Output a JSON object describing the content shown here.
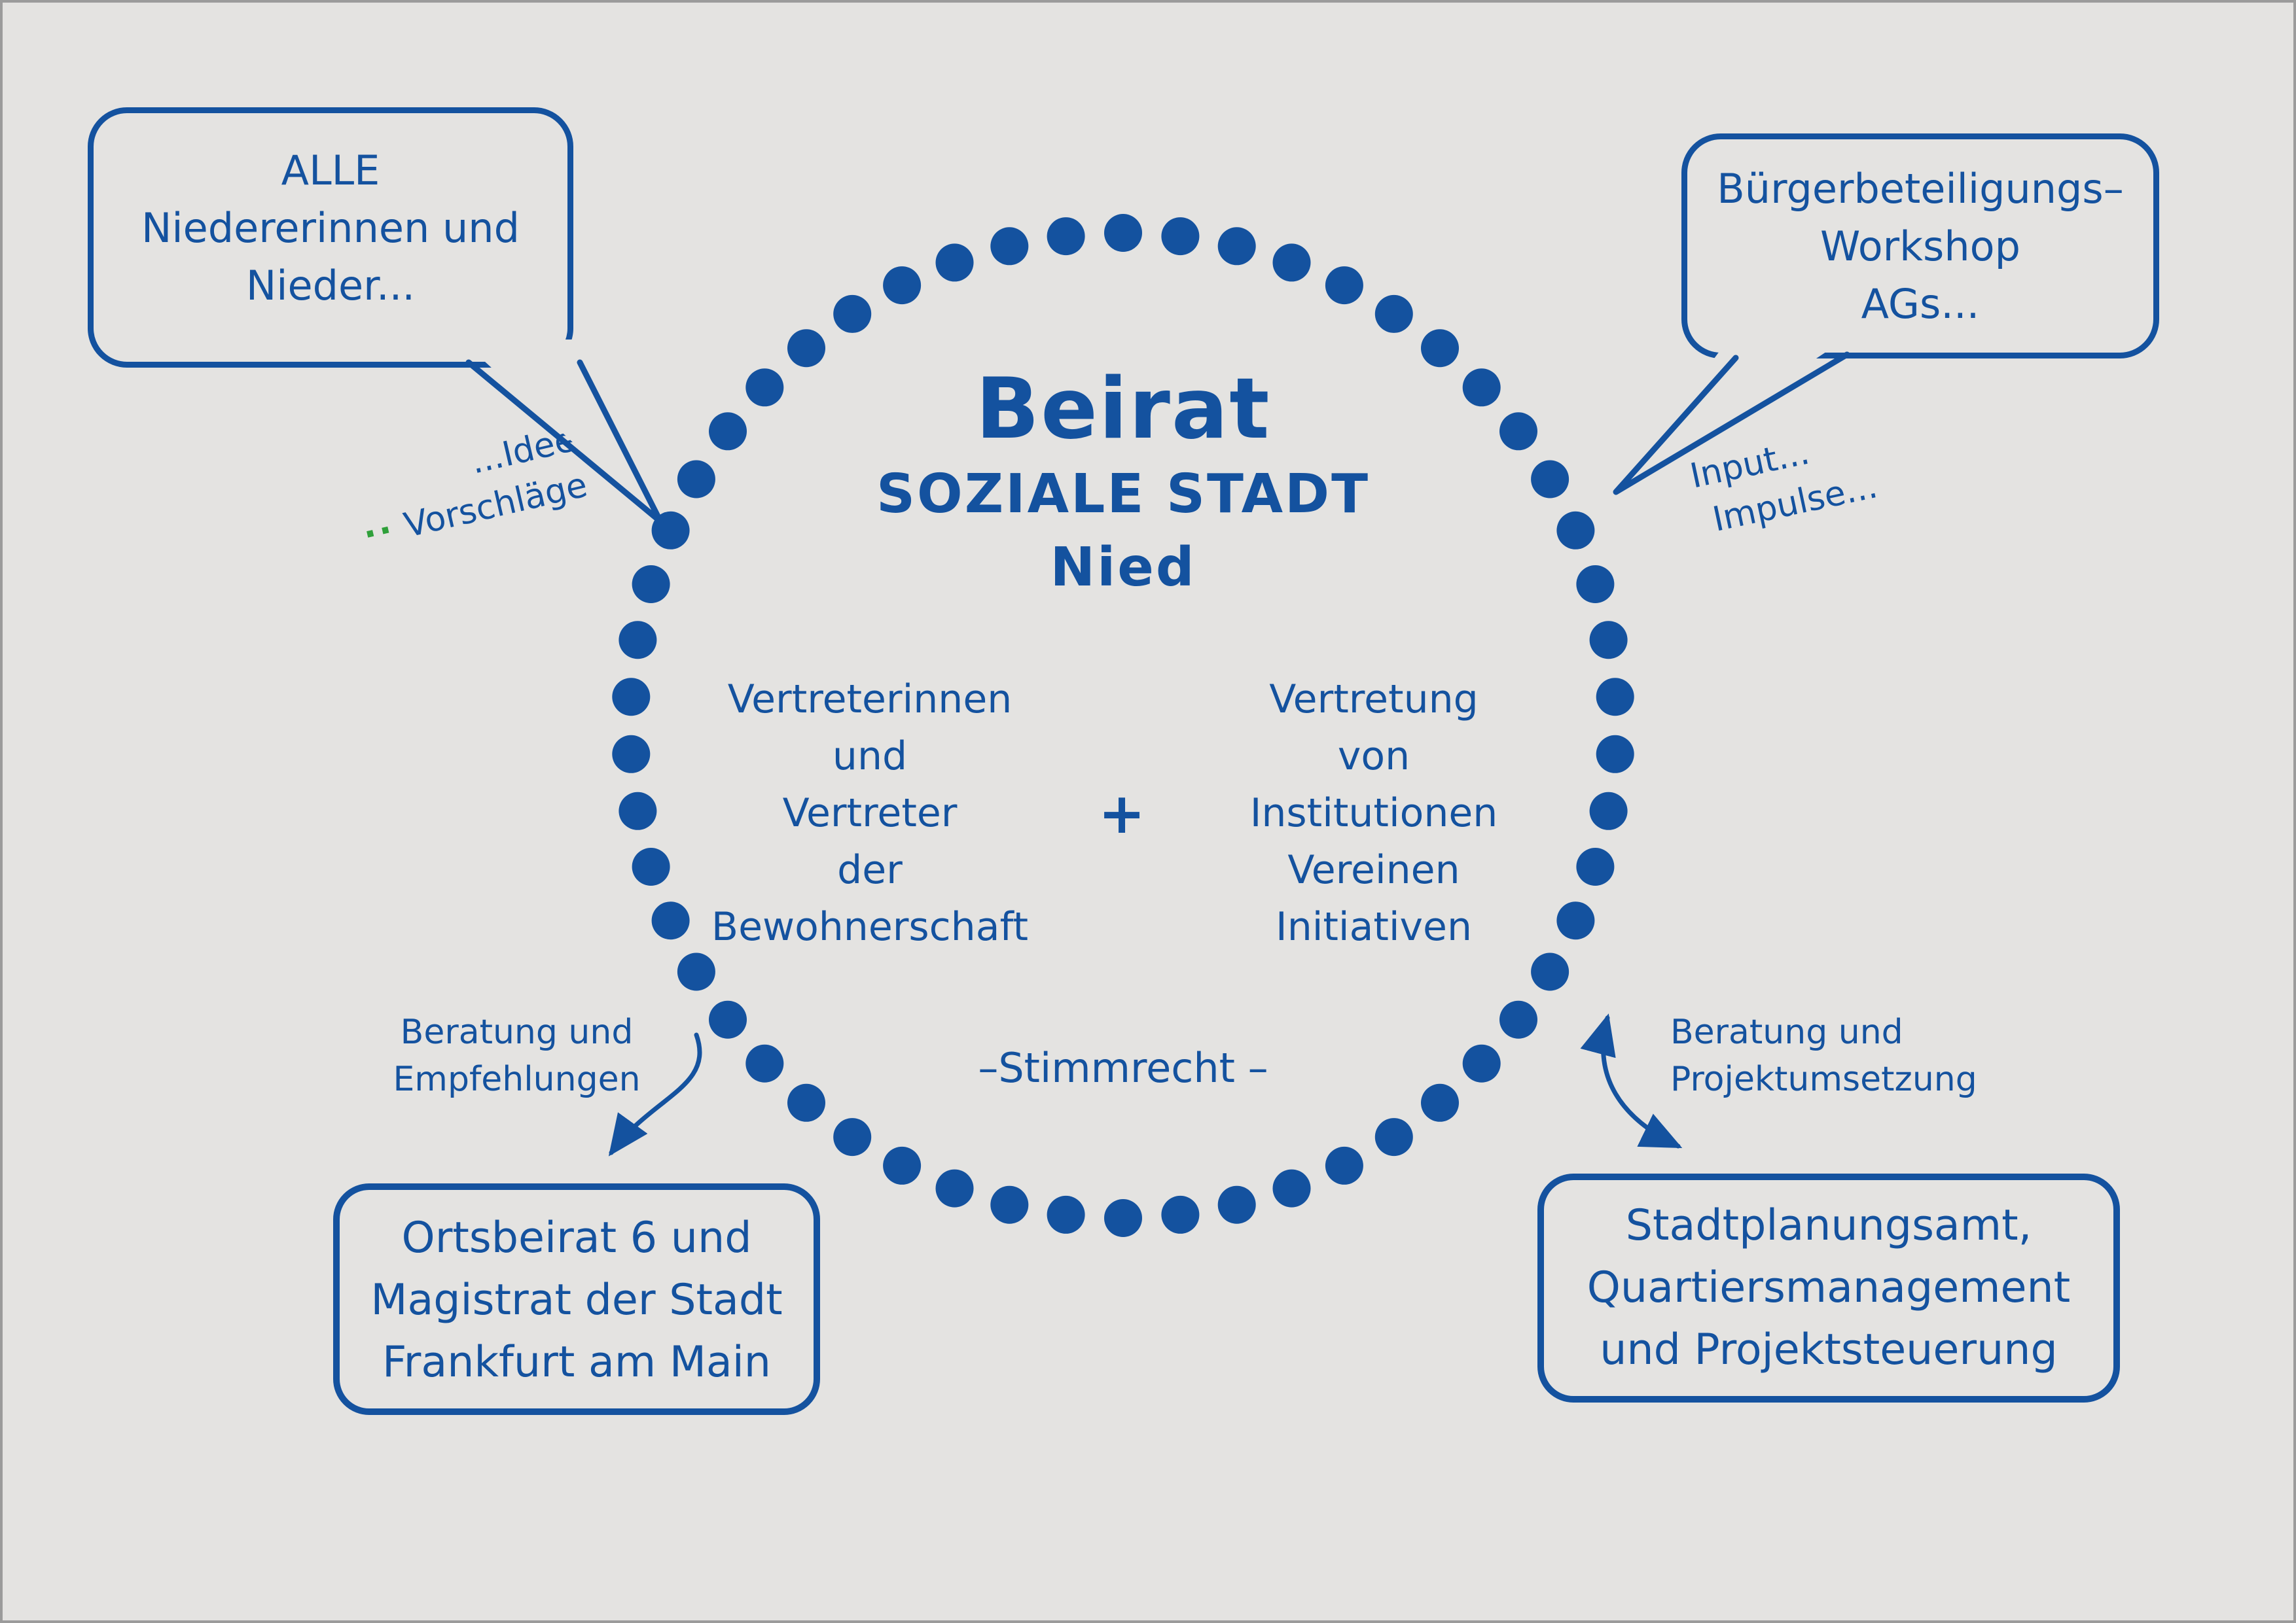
{
  "colors": {
    "blue": "#14529f",
    "background": "#e4e3e1",
    "green": "#2fa03a",
    "frame": "#9b9b9b"
  },
  "center": {
    "title": "Beirat",
    "subtitle_line1": "SOZIALE STADT",
    "subtitle_line2": "Nied",
    "left_column": {
      "lines": [
        "Vertreterinnen",
        "und",
        "Vertreter",
        "der",
        "Bewohnerschaft"
      ]
    },
    "plus": "+",
    "right_column": {
      "lines": [
        "Vertretung",
        "von",
        "Institutionen",
        "Vereinen",
        "Initiativen"
      ]
    },
    "voting_note": "–Stimmrecht  –"
  },
  "bubbles": {
    "top_left": {
      "lines": [
        "ALLE",
        "Niedererinnen und",
        "Nieder..."
      ]
    },
    "top_right": {
      "lines": [
        "Bürgerbeteiligungs–",
        "Workshop",
        "AGs..."
      ]
    }
  },
  "boxes": {
    "bottom_left": {
      "lines": [
        "Ortsbeirat 6 und",
        "Magistrat der Stadt",
        "Frankfurt am Main"
      ]
    },
    "bottom_right": {
      "lines": [
        "Stadtplanungsamt,",
        "Quartiersmanagement",
        "und Projektsteuerung"
      ]
    }
  },
  "labels": {
    "ideen": "...Ideen",
    "vorschlaege_dots": "··",
    "vorschlaege": "Vorschläge",
    "input": "Input...",
    "impulse": "Impulse...",
    "advice_left": {
      "lines": [
        "Beratung und",
        "Empfehlungen"
      ]
    },
    "advice_right": {
      "lines": [
        "Beratung und",
        "Projektumsetzung"
      ]
    }
  }
}
